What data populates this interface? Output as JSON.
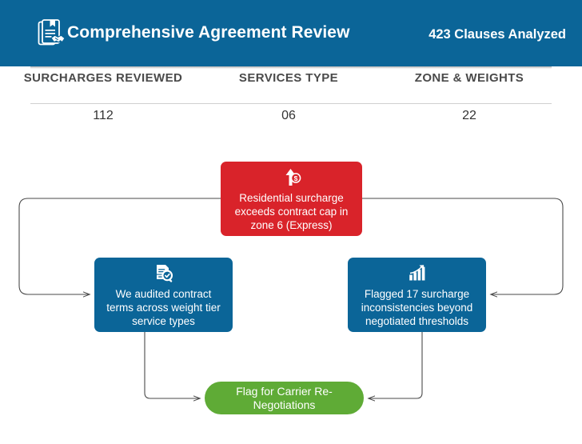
{
  "header": {
    "icon": "contract-handshake-icon",
    "title": "Comprehensive Agreement Review",
    "metric": "423 Clauses Analyzed",
    "background_color": "#0b6598"
  },
  "stats": [
    {
      "label": "SURCHARGES REVIEWED",
      "value": "112"
    },
    {
      "label": "SERVICES TYPE",
      "value": "06"
    },
    {
      "label": "ZONE & WEIGHTS",
      "value": "22"
    }
  ],
  "diagram": {
    "nodes": [
      {
        "id": "alert",
        "icon": "arrow-up-dollar-icon",
        "text": "Residential surcharge exceeds contract cap in zone 6 (Express)",
        "color": "#d9232a",
        "shape": "rounded-rect"
      },
      {
        "id": "audit",
        "icon": "document-search-icon",
        "text": "We audited contract terms across weight tier service types",
        "color": "#0b6598",
        "shape": "rounded-rect"
      },
      {
        "id": "flagged",
        "icon": "bar-chart-up-icon",
        "text": "Flagged 17 surcharge inconsistencies beyond negotiated thresholds",
        "color": "#0b6598",
        "shape": "rounded-rect"
      },
      {
        "id": "outcome",
        "icon": "none",
        "text": "Flag for Carrier Re-Negotiations",
        "color": "#5fab36",
        "shape": "pill"
      }
    ],
    "edges": [
      {
        "from": "alert",
        "to": "audit",
        "route": "left-loop"
      },
      {
        "from": "alert",
        "to": "flagged",
        "route": "right-loop"
      },
      {
        "from": "audit",
        "to": "outcome",
        "route": "down-right"
      },
      {
        "from": "flagged",
        "to": "outcome",
        "route": "down-left"
      }
    ],
    "connector_color": "#4a4a4a"
  }
}
